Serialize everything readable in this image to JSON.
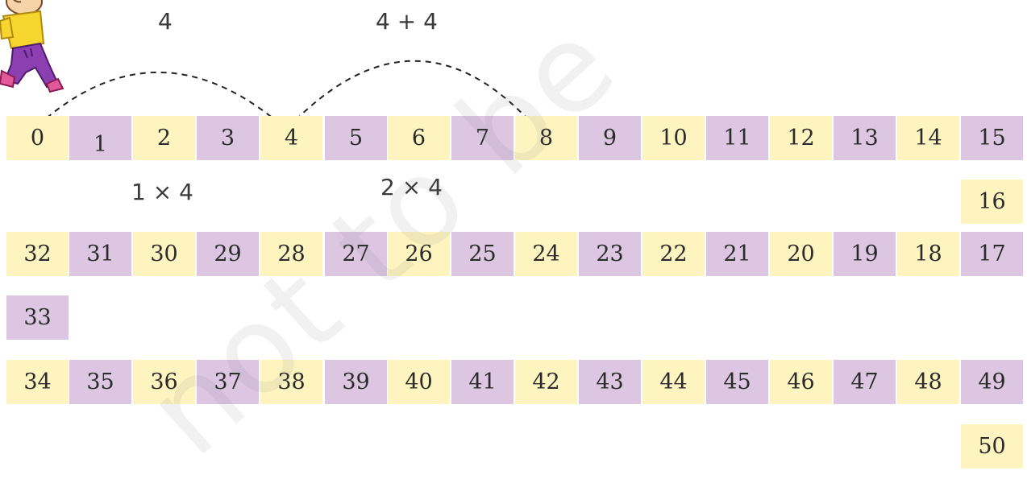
{
  "jump_labels": {
    "first_jump": "4",
    "second_jump": "4 + 4",
    "first_product": "1 × 4",
    "second_product": "2 × 4"
  },
  "rows": [
    {
      "cells": [
        {
          "value": "0",
          "color": "yellow"
        },
        {
          "value": "1",
          "color": "purple"
        },
        {
          "value": "2",
          "color": "yellow"
        },
        {
          "value": "3",
          "color": "purple"
        },
        {
          "value": "4",
          "color": "yellow"
        },
        {
          "value": "5",
          "color": "purple"
        },
        {
          "value": "6",
          "color": "yellow"
        },
        {
          "value": "7",
          "color": "purple"
        },
        {
          "value": "8",
          "color": "yellow"
        },
        {
          "value": "9",
          "color": "purple"
        },
        {
          "value": "10",
          "color": "yellow"
        },
        {
          "value": "11",
          "color": "purple"
        },
        {
          "value": "12",
          "color": "yellow"
        },
        {
          "value": "13",
          "color": "purple"
        },
        {
          "value": "14",
          "color": "yellow"
        },
        {
          "value": "15",
          "color": "purple"
        }
      ]
    },
    {
      "cells": [
        {
          "value": "16",
          "color": "yellow"
        }
      ]
    },
    {
      "cells": [
        {
          "value": "32",
          "color": "yellow"
        },
        {
          "value": "31",
          "color": "purple"
        },
        {
          "value": "30",
          "color": "yellow"
        },
        {
          "value": "29",
          "color": "purple"
        },
        {
          "value": "28",
          "color": "yellow"
        },
        {
          "value": "27",
          "color": "purple"
        },
        {
          "value": "26",
          "color": "yellow"
        },
        {
          "value": "25",
          "color": "purple"
        },
        {
          "value": "24",
          "color": "yellow"
        },
        {
          "value": "23",
          "color": "purple"
        },
        {
          "value": "22",
          "color": "yellow"
        },
        {
          "value": "21",
          "color": "purple"
        },
        {
          "value": "20",
          "color": "yellow"
        },
        {
          "value": "19",
          "color": "purple"
        },
        {
          "value": "18",
          "color": "yellow"
        },
        {
          "value": "17",
          "color": "purple"
        }
      ]
    },
    {
      "cells": [
        {
          "value": "33",
          "color": "purple"
        }
      ]
    },
    {
      "cells": [
        {
          "value": "34",
          "color": "yellow"
        },
        {
          "value": "35",
          "color": "purple"
        },
        {
          "value": "36",
          "color": "yellow"
        },
        {
          "value": "37",
          "color": "purple"
        },
        {
          "value": "38",
          "color": "yellow"
        },
        {
          "value": "39",
          "color": "purple"
        },
        {
          "value": "40",
          "color": "yellow"
        },
        {
          "value": "41",
          "color": "purple"
        },
        {
          "value": "42",
          "color": "yellow"
        },
        {
          "value": "43",
          "color": "purple"
        },
        {
          "value": "44",
          "color": "yellow"
        },
        {
          "value": "45",
          "color": "purple"
        },
        {
          "value": "46",
          "color": "yellow"
        },
        {
          "value": "47",
          "color": "purple"
        },
        {
          "value": "48",
          "color": "yellow"
        },
        {
          "value": "49",
          "color": "purple"
        }
      ]
    },
    {
      "cells": [
        {
          "value": "50",
          "color": "yellow"
        }
      ]
    }
  ],
  "colors": {
    "yellow": "#fdf4c0",
    "purple": "#dcc6e2",
    "arrow": "#222222"
  },
  "icons": {
    "character": "jumping-child-icon"
  }
}
